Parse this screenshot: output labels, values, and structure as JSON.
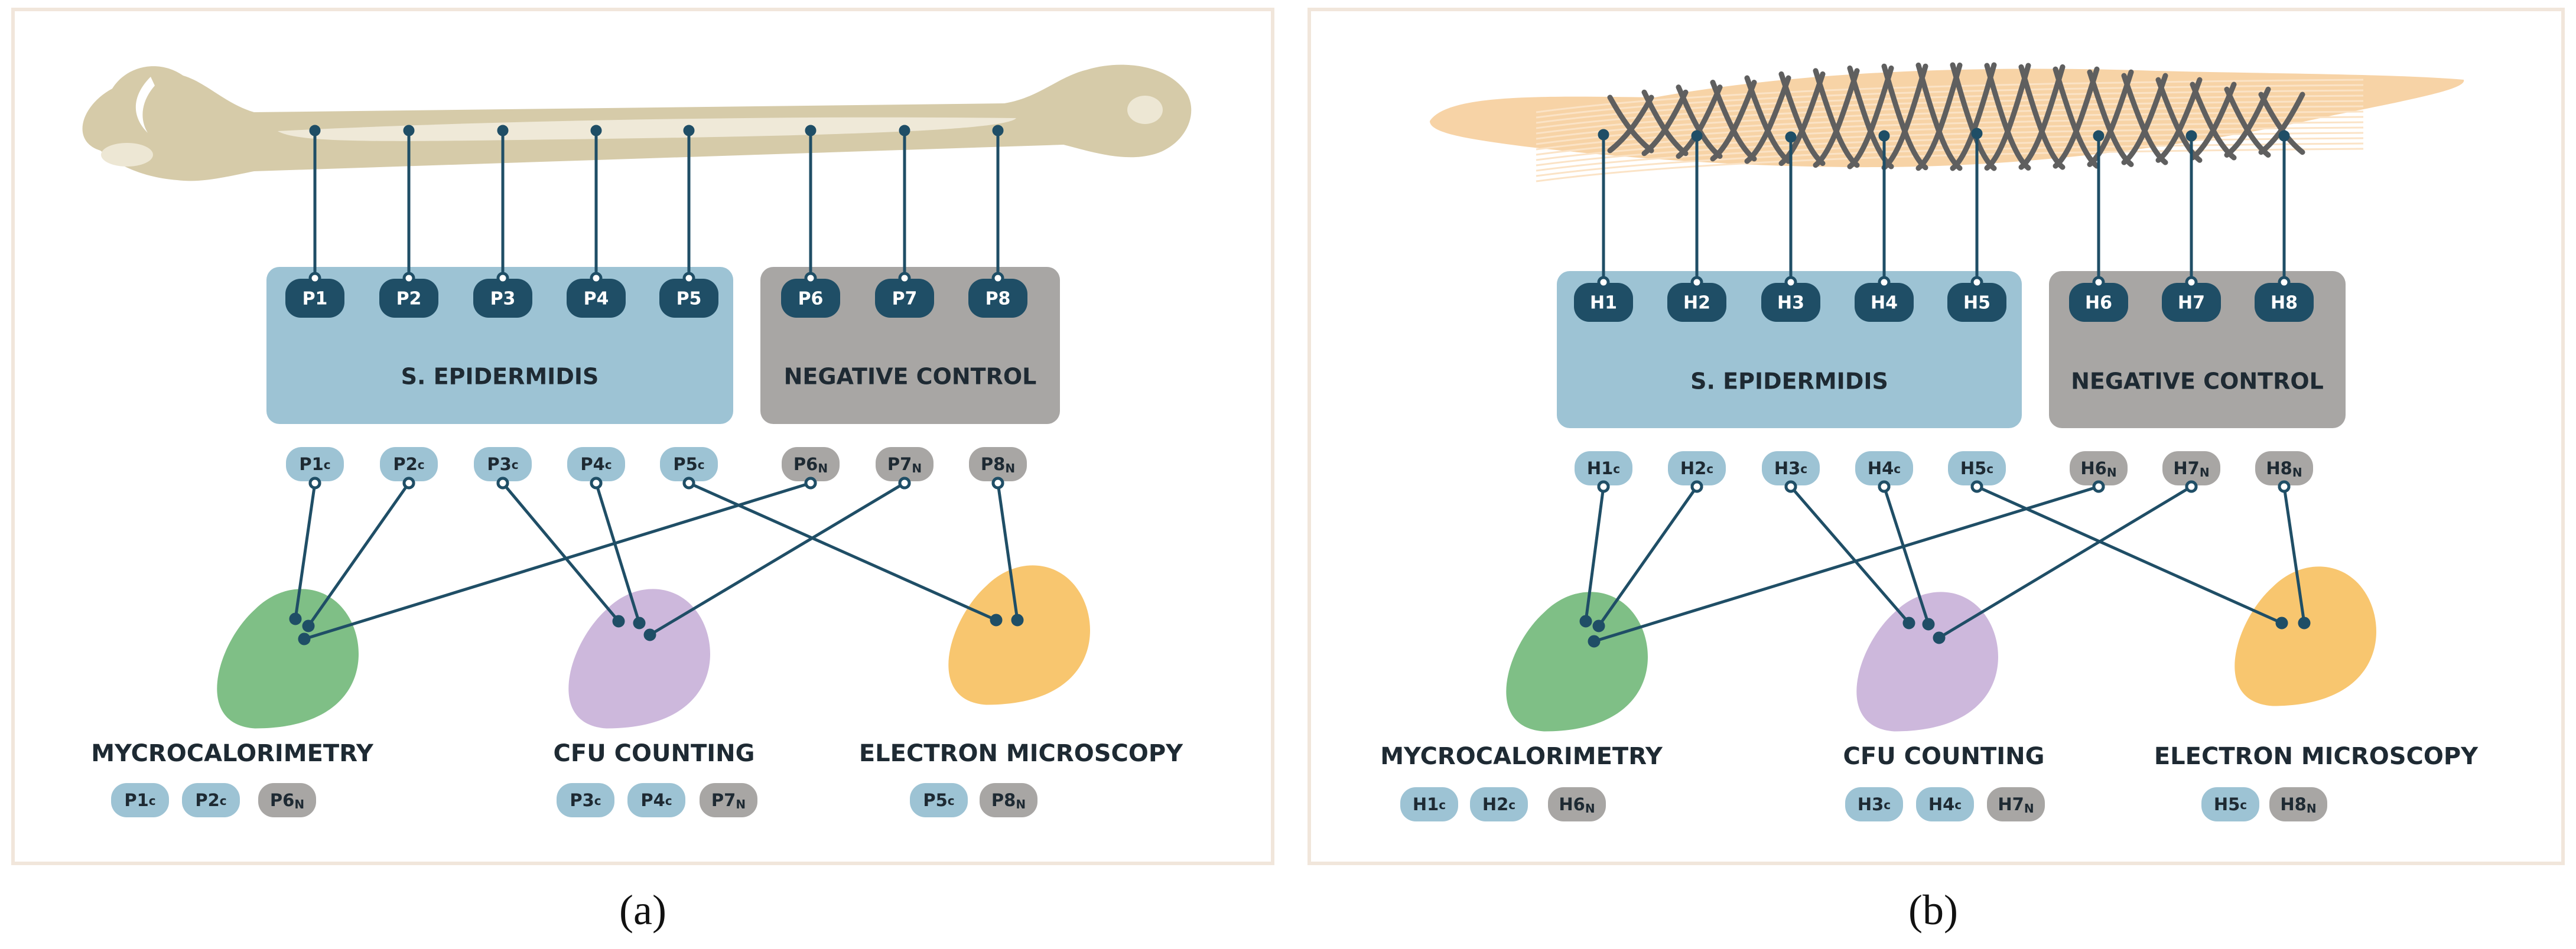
{
  "panels": [
    {
      "id": "a",
      "caption": "(a)",
      "bone_label_prefix": "P",
      "group_labels": {
        "infected": "S. EPIDERMIDIS",
        "control": "NEGATIVE CONTROL"
      },
      "samples": [
        "P1",
        "P2",
        "P3",
        "P4",
        "P5",
        "P6",
        "P7",
        "P8"
      ],
      "aliquots": [
        {
          "main": "P1",
          "sub": "c"
        },
        {
          "main": "P2",
          "sub": "c"
        },
        {
          "main": "P3",
          "sub": "c"
        },
        {
          "main": "P4",
          "sub": "c"
        },
        {
          "main": "P5",
          "sub": "c"
        },
        {
          "main": "P6",
          "sub": "N"
        },
        {
          "main": "P7",
          "sub": "N"
        },
        {
          "main": "P8",
          "sub": "N"
        }
      ],
      "methods": [
        {
          "name": "MYCROCALORIMETRY",
          "samples": [
            {
              "main": "P1",
              "sub": "c"
            },
            {
              "main": "P2",
              "sub": "c"
            },
            {
              "main": "P6",
              "sub": "N"
            }
          ]
        },
        {
          "name": "CFU COUNTING",
          "samples": [
            {
              "main": "P3",
              "sub": "c"
            },
            {
              "main": "P4",
              "sub": "c"
            },
            {
              "main": "P7",
              "sub": "N"
            }
          ]
        },
        {
          "name": "ELECTRON MICROSCOPY",
          "samples": [
            {
              "main": "P5",
              "sub": "c"
            },
            {
              "main": "P8",
              "sub": "N"
            }
          ]
        }
      ]
    },
    {
      "id": "b",
      "caption": "(b)",
      "group_labels": {
        "infected": "S. EPIDERMIDIS",
        "control": "NEGATIVE CONTROL"
      },
      "samples": [
        "H1",
        "H2",
        "H3",
        "H4",
        "H5",
        "H6",
        "H7",
        "H8"
      ],
      "aliquots": [
        {
          "main": "H1",
          "sub": "c"
        },
        {
          "main": "H2",
          "sub": "c"
        },
        {
          "main": "H3",
          "sub": "c"
        },
        {
          "main": "H4",
          "sub": "c"
        },
        {
          "main": "H5",
          "sub": "c"
        },
        {
          "main": "H6",
          "sub": "N"
        },
        {
          "main": "H7",
          "sub": "N"
        },
        {
          "main": "H8",
          "sub": "N"
        }
      ],
      "methods": [
        {
          "name": "MYCROCALORIMETRY",
          "samples": [
            {
              "main": "H1",
              "sub": "c"
            },
            {
              "main": "H2",
              "sub": "c"
            },
            {
              "main": "H6",
              "sub": "N"
            }
          ]
        },
        {
          "name": "CFU COUNTING",
          "samples": [
            {
              "main": "H3",
              "sub": "c"
            },
            {
              "main": "H4",
              "sub": "c"
            },
            {
              "main": "H7",
              "sub": "N"
            }
          ]
        },
        {
          "name": "ELECTRON MICROSCOPY",
          "samples": [
            {
              "main": "H5",
              "sub": "c"
            },
            {
              "main": "H8",
              "sub": "N"
            }
          ]
        }
      ]
    }
  ],
  "colors": {
    "infected_box": "#9dc3d4",
    "control_box": "#a8a6a4",
    "sample_pill": "#1f4e66",
    "aliquot_infected": "#9dc3d4",
    "aliquot_control": "#a8a6a4",
    "line": "#1f4e66",
    "bone": "#d6cba9",
    "tendon": "#f7d3a6",
    "blob_green": "#7fbf86",
    "blob_purple": "#cdb8dc",
    "blob_orange": "#f8c66f",
    "panel_border": "#f1e6db"
  }
}
